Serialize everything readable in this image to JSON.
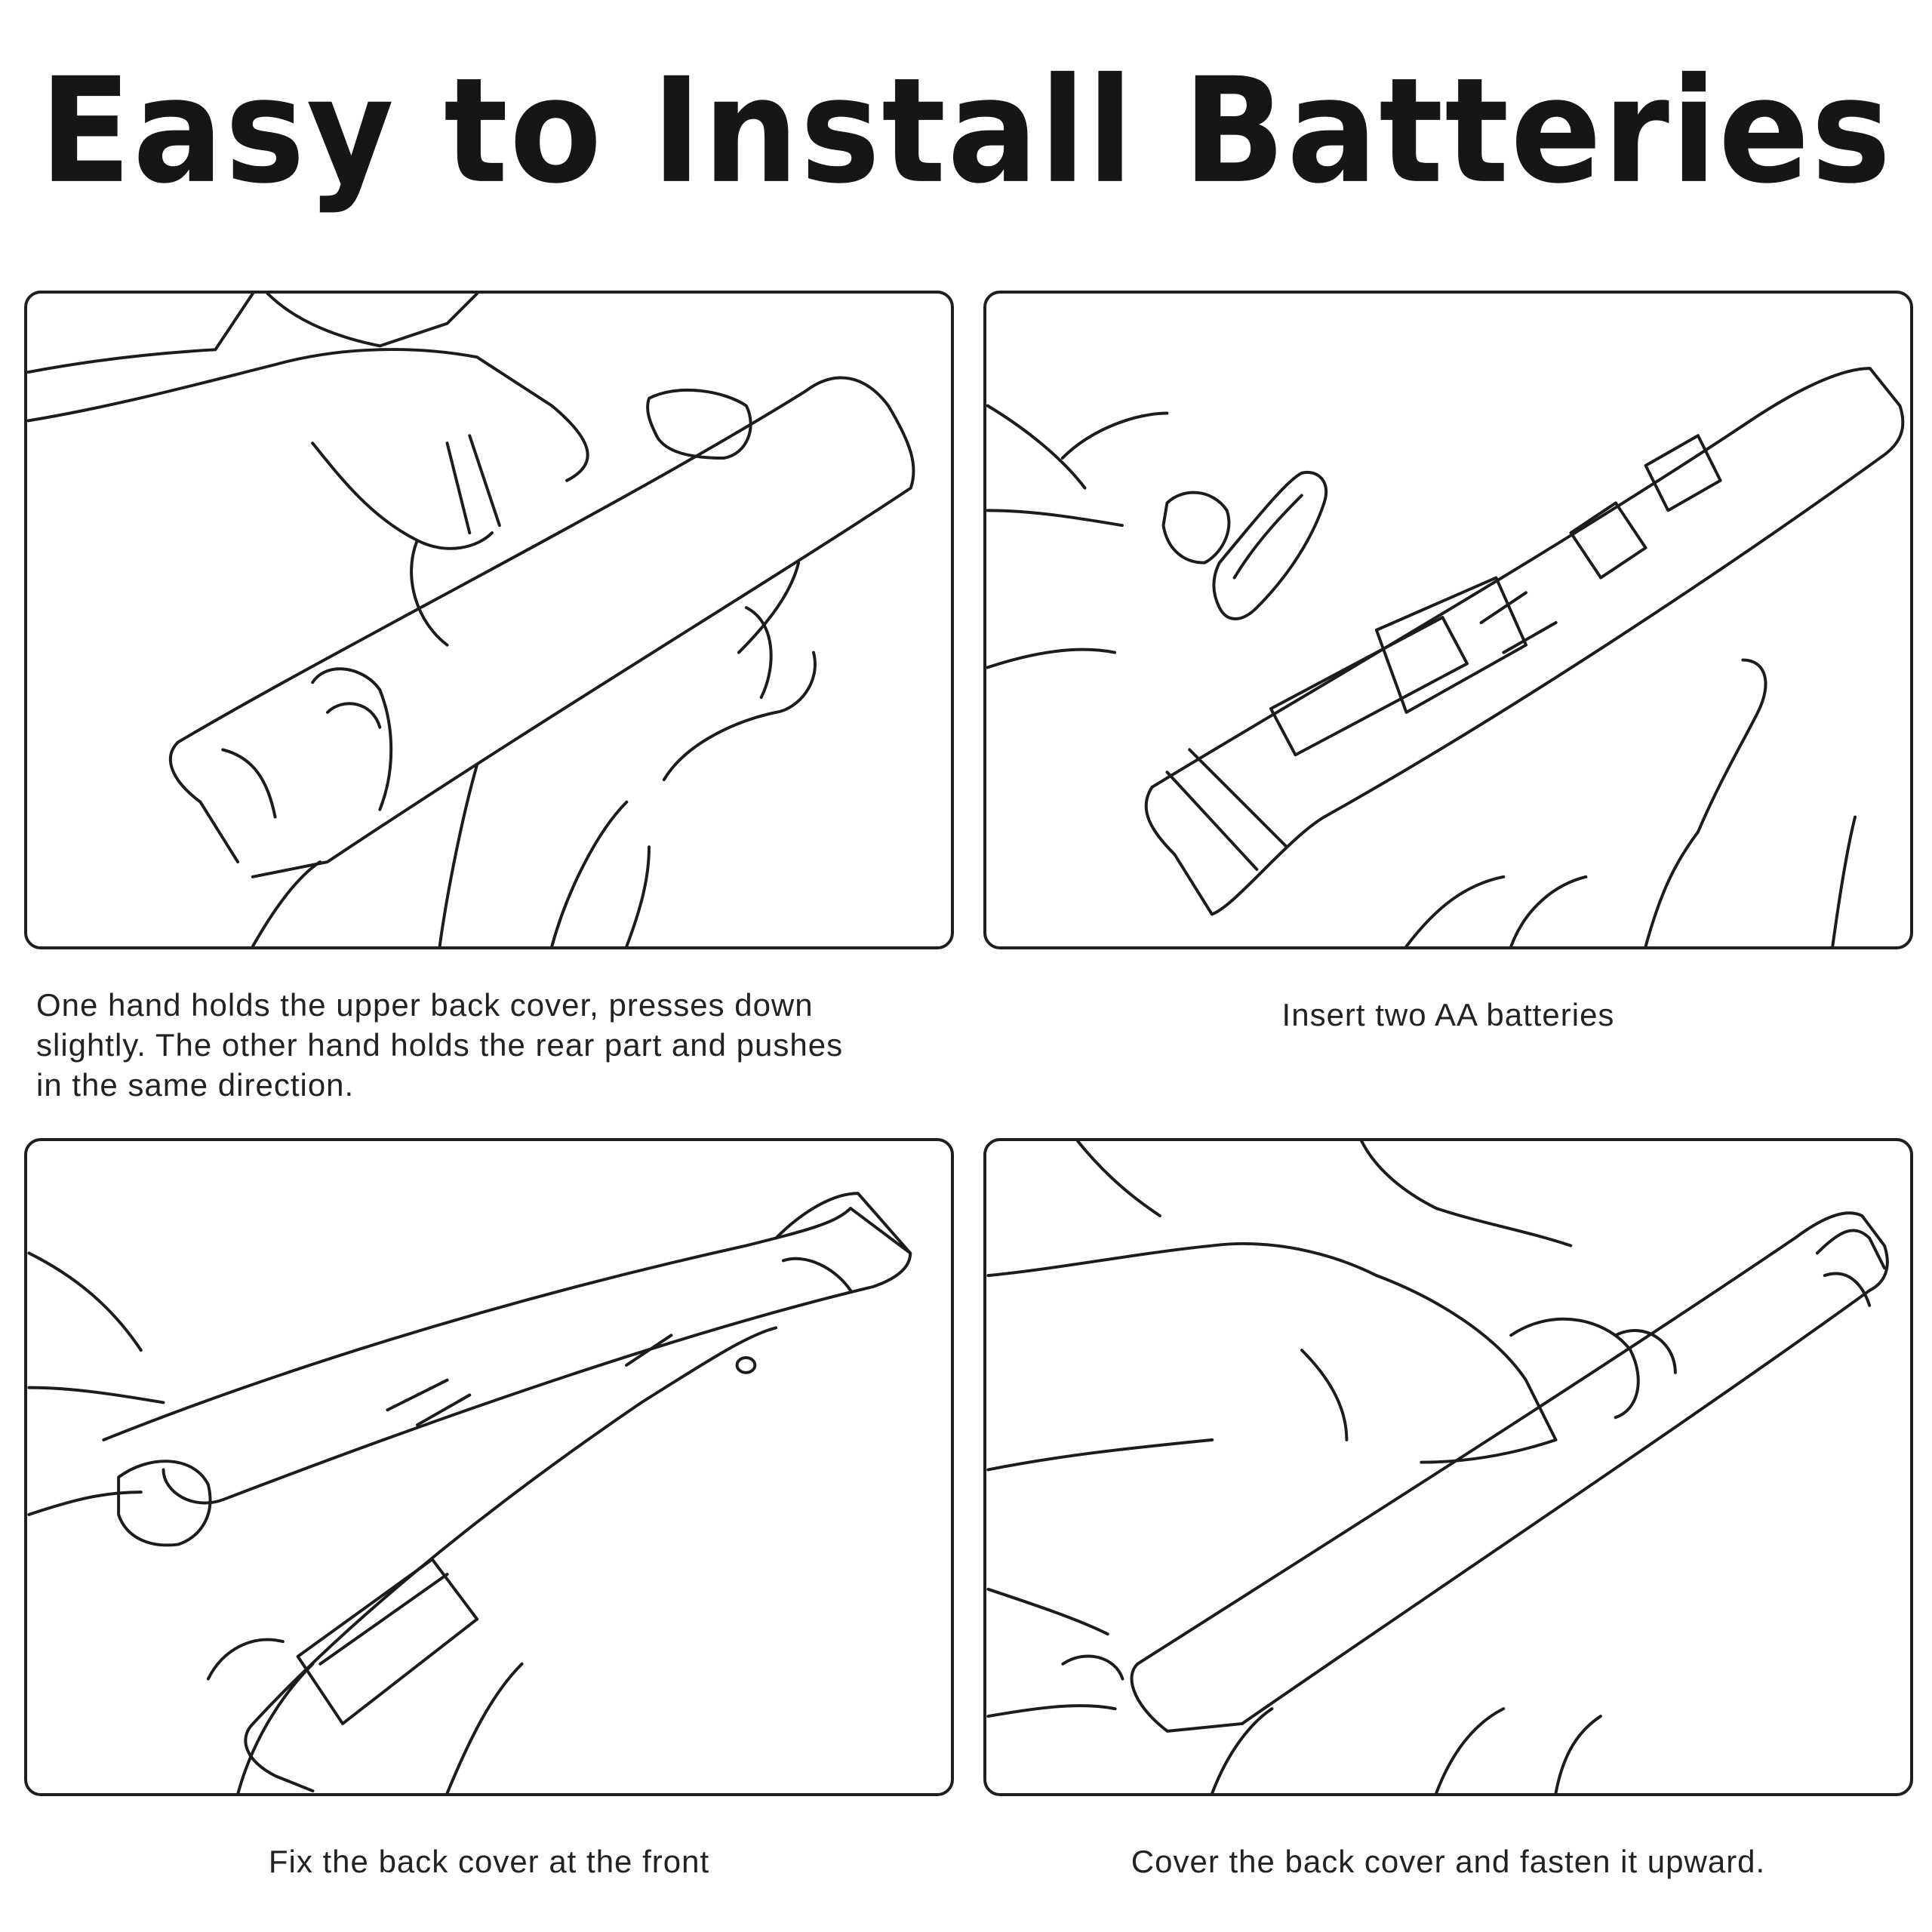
{
  "title": "Easy to Install Batteries",
  "steps": [
    {
      "caption": "One hand holds the upper back cover, presses down\nslightly. The other hand holds the rear part and pushes\nin the same direction."
    },
    {
      "caption": "Insert two AA batteries"
    },
    {
      "caption": "Fix the back cover at the front"
    },
    {
      "caption": "Cover the back cover and fasten it upward."
    }
  ]
}
